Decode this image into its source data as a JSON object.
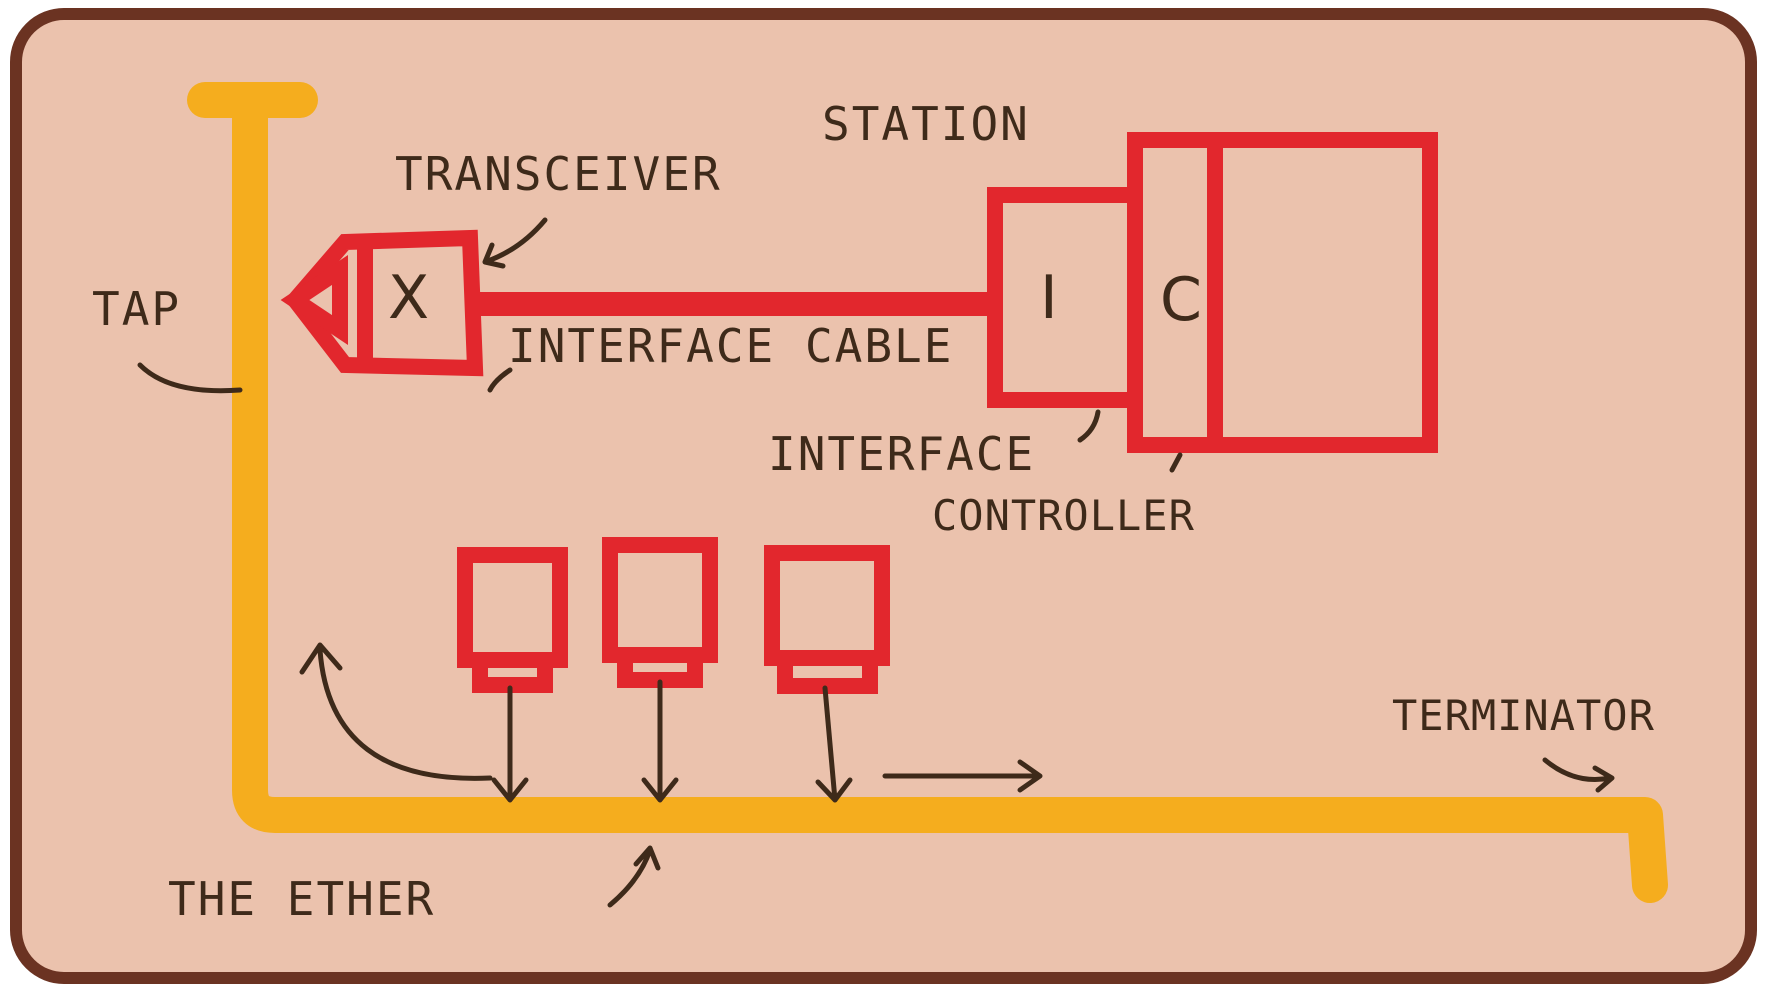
{
  "labels": {
    "station": "STATION",
    "transceiver": "TRANSCEIVER",
    "tap": "TAP",
    "transceiver_mark": "X",
    "interface_mark": "I",
    "controller_mark": "C",
    "interface_cable": "INTERFACE CABLE",
    "interface_controller_line1": "INTERFACE",
    "interface_controller_line2": "CONTROLLER",
    "terminator": "TERMINATOR",
    "the_ether": "THE ETHER"
  },
  "colors": {
    "card_background": "#ebc2ad",
    "card_border": "#6b3322",
    "ether": "#f5ad1e",
    "hardware": "#e2272d",
    "ink": "#3e2a1a"
  },
  "icons": {
    "arrow": "hand-drawn-arrow"
  }
}
